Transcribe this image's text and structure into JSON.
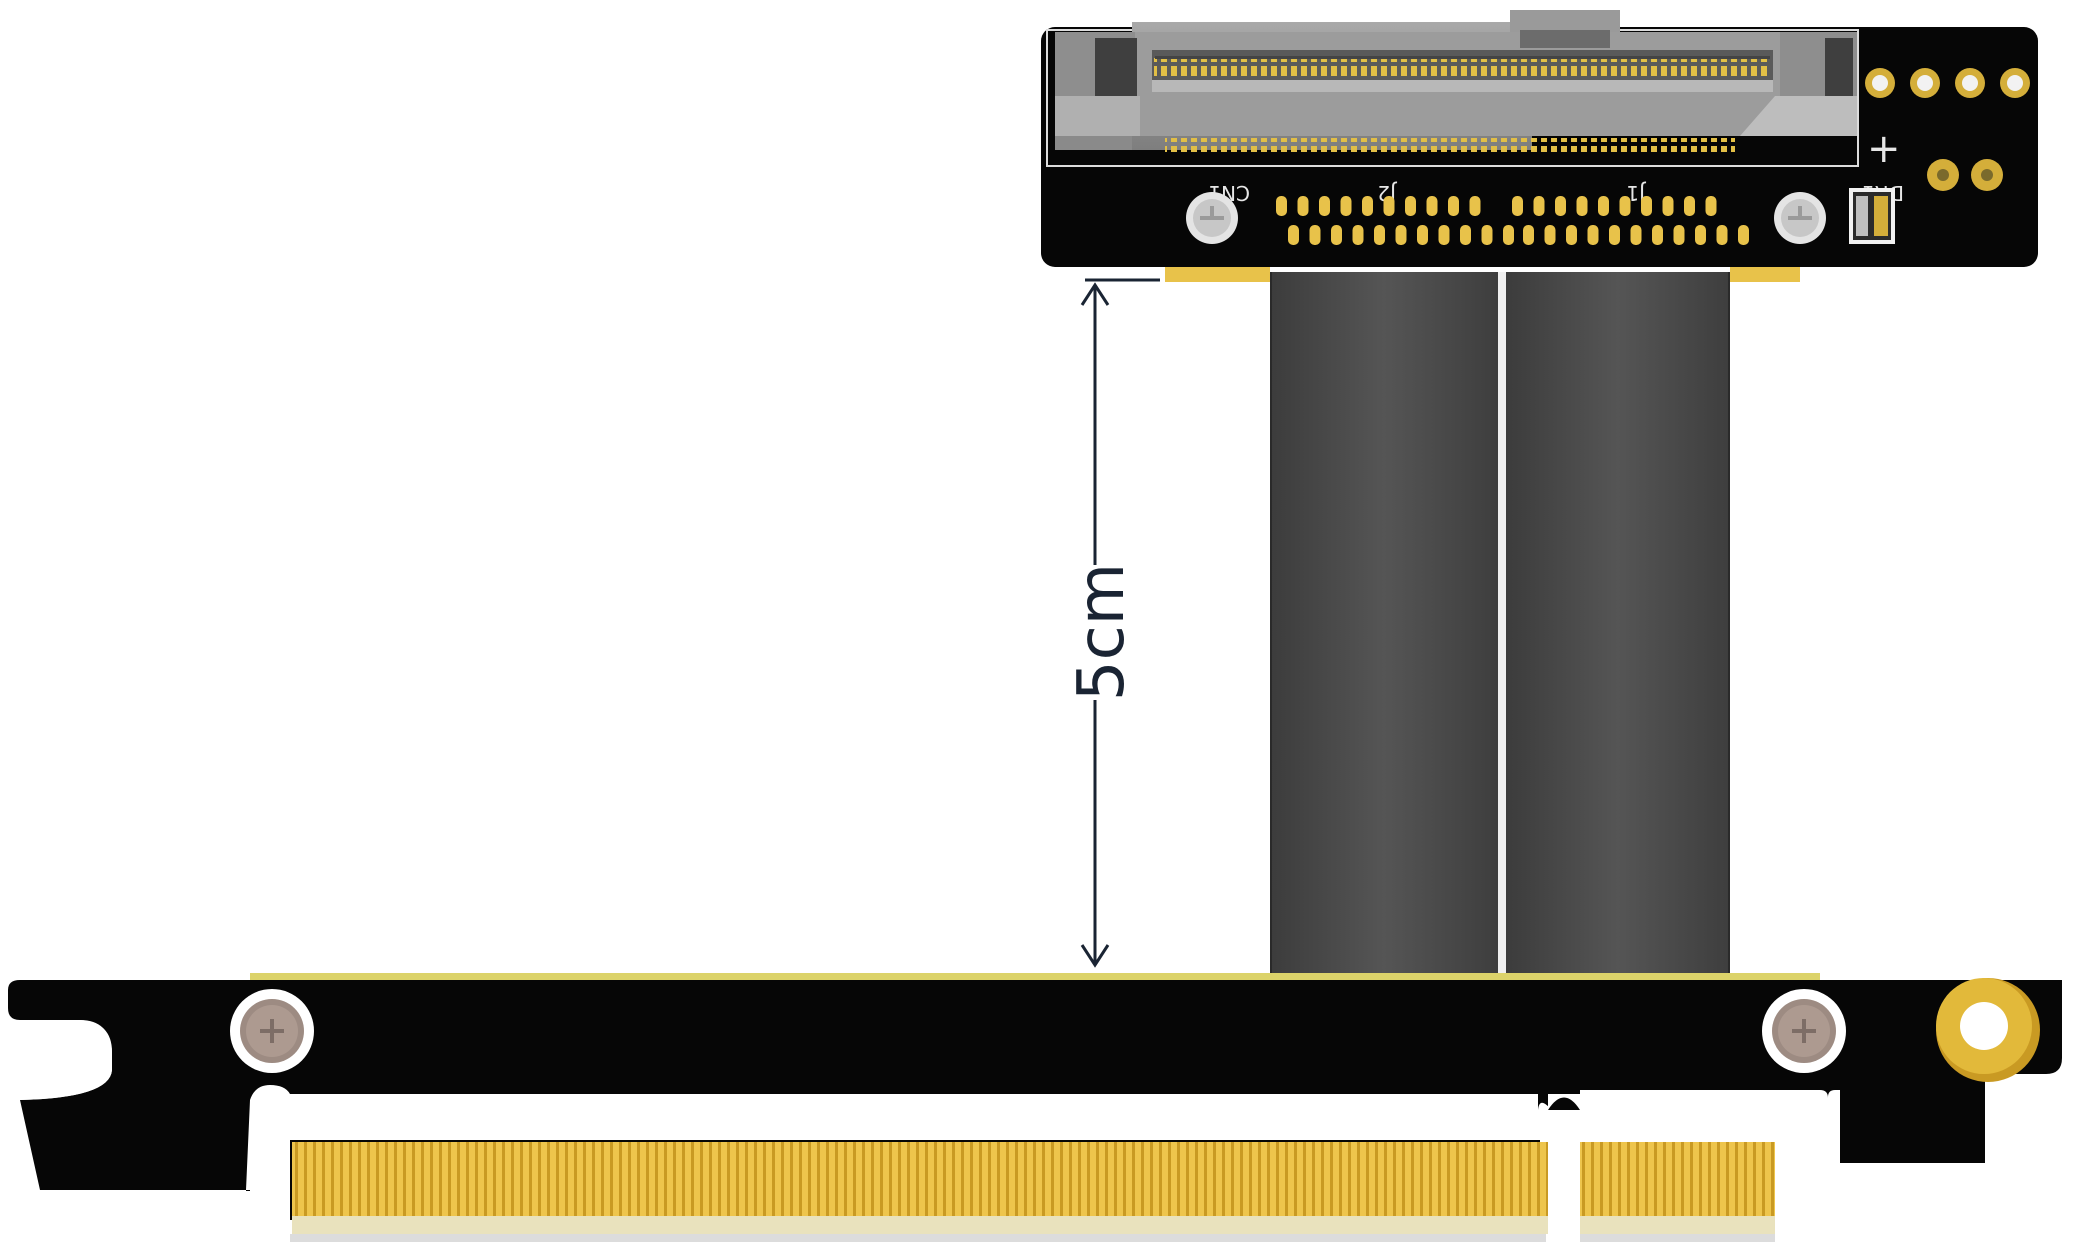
{
  "image": {
    "subject": "PCIe riser extension cable",
    "colors": {
      "background": "#ffffff",
      "pcb": "#060606",
      "gold": "#e8c24a",
      "gold_dark": "#c99a23",
      "cable": "#4a4a4a",
      "cable_edge": "#2a2a2a",
      "slot_body": "#8f8f8f",
      "slot_light": "#bdbdbd",
      "screw": "#cfcfcf",
      "dimension_line": "#1a2433"
    }
  },
  "dimension": {
    "label": "5cm"
  },
  "silkscreen": {
    "cn1": "CN1",
    "j2": "J2",
    "j1": "J1",
    "dr1": "DR1",
    "plus": "+"
  }
}
